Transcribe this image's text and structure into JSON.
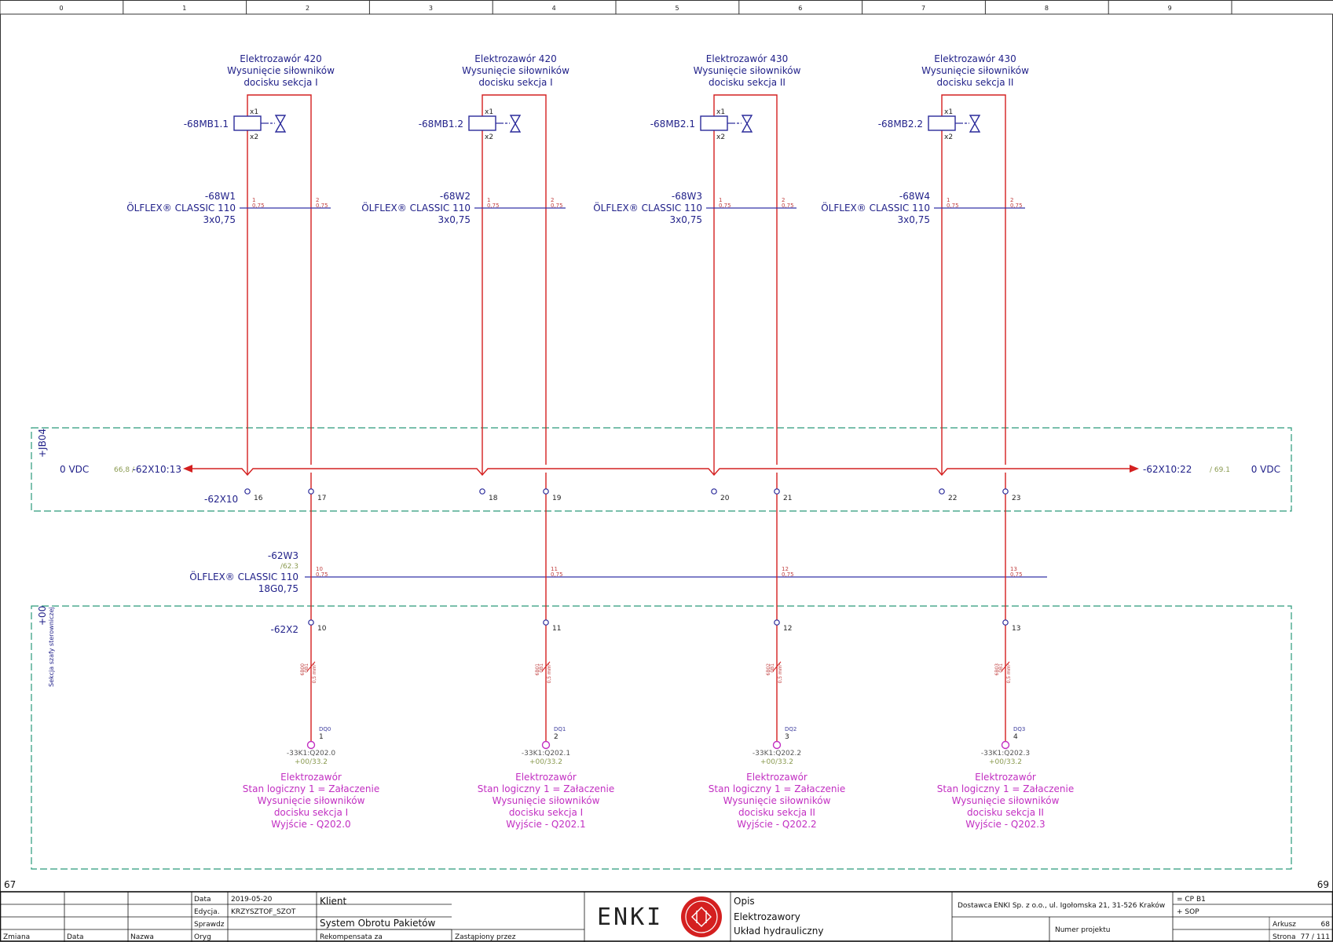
{
  "ruler": {
    "columns": [
      "0",
      "1",
      "2",
      "3",
      "4",
      "5",
      "6",
      "7",
      "8",
      "9"
    ],
    "prev_page": "67",
    "next_page": "69"
  },
  "valves": [
    {
      "title": [
        "Elektrozawór 420",
        "Wysunięcie siłowników",
        "docisku sekcja I"
      ],
      "tag": "-68MB1.1",
      "cable": "-68W1",
      "cable_type": "ÖLFLEX® CLASSIC 110",
      "cable_size": "3x0,75",
      "term_left": "16",
      "term_right": "17",
      "x2_term": "10",
      "wire_mark": [
        "6B00",
        "0B1",
        "0,5 mm²"
      ],
      "dq": "DQ0",
      "dq_pin": "1",
      "plc": "-33K1:Q202.0",
      "plc_ref": "+00/33.2",
      "desc": [
        "Elektrozawór",
        "Stan logiczny 1 = Załaczenie",
        "Wysunięcie siłowników",
        "docisku sekcja I",
        "Wyjście - Q202.0"
      ],
      "core_w3": "10"
    },
    {
      "title": [
        "Elektrozawór 420",
        "Wysunięcie siłowników",
        "docisku sekcja I"
      ],
      "tag": "-68MB1.2",
      "cable": "-68W2",
      "cable_type": "ÖLFLEX® CLASSIC 110",
      "cable_size": "3x0,75",
      "term_left": "18",
      "term_right": "19",
      "x2_term": "11",
      "wire_mark": [
        "6B01",
        "0B1",
        "0,5 mm²"
      ],
      "dq": "DQ1",
      "dq_pin": "2",
      "plc": "-33K1:Q202.1",
      "plc_ref": "+00/33.2",
      "desc": [
        "Elektrozawór",
        "Stan logiczny 1 = Załaczenie",
        "Wysunięcie siłowników",
        "docisku sekcja I",
        "Wyjście - Q202.1"
      ],
      "core_w3": "11"
    },
    {
      "title": [
        "Elektrozawór 430",
        "Wysunięcie siłowników",
        "docisku sekcja II"
      ],
      "tag": "-68MB2.1",
      "cable": "-68W3",
      "cable_type": "ÖLFLEX® CLASSIC 110",
      "cable_size": "3x0,75",
      "term_left": "20",
      "term_right": "21",
      "x2_term": "12",
      "wire_mark": [
        "6B02",
        "0B1",
        "0,5 mm²"
      ],
      "dq": "DQ2",
      "dq_pin": "3",
      "plc": "-33K1:Q202.2",
      "plc_ref": "+00/33.2",
      "desc": [
        "Elektrozawór",
        "Stan logiczny 1 = Załaczenie",
        "Wysunięcie siłowników",
        "docisku sekcja II",
        "Wyjście - Q202.2"
      ],
      "core_w3": "12"
    },
    {
      "title": [
        "Elektrozawór 430",
        "Wysunięcie siłowników",
        "docisku sekcja II"
      ],
      "tag": "-68MB2.2",
      "cable": "-68W4",
      "cable_type": "ÖLFLEX® CLASSIC 110",
      "cable_size": "3x0,75",
      "term_left": "22",
      "term_right": "23",
      "x2_term": "13",
      "wire_mark": [
        "6B03",
        "0B1",
        "0,5 mm²"
      ],
      "dq": "DQ3",
      "dq_pin": "4",
      "plc": "-33K1:Q202.3",
      "plc_ref": "+00/33.2",
      "desc": [
        "Elektrozawór",
        "Stan logiczny 1 = Załaczenie",
        "Wysunięcie siłowników",
        "docisku sekcja II",
        "Wyjście - Q202.3"
      ],
      "core_w3": "13"
    }
  ],
  "coil_pins": {
    "top": "x1",
    "bottom": "x2"
  },
  "core_labels": {
    "left": "1",
    "right": "2",
    "section": "0,75"
  },
  "jb04": {
    "location": "+JB04",
    "left_potential": "0 VDC",
    "left_ref": "66,8 /",
    "left_target": "-62X10:13",
    "right_target": "-62X10:22",
    "right_ref": "/ 69.1",
    "right_potential": "0 VDC",
    "terminal_strip": "-62X10"
  },
  "cabinet": {
    "location": "+00",
    "section": "Sekcja szafy sterowniczej",
    "terminal_strip": "-62X2"
  },
  "main_cable": {
    "tag": "-62W3",
    "ref": "/62.3",
    "type": "ÖLFLEX® CLASSIC 110",
    "size": "18G0,75"
  },
  "title_block": {
    "change_headers": [
      "Zmiana",
      "Data",
      "Nazwa"
    ],
    "date_label": "Data",
    "date": "2019-05-20",
    "edition_label": "Edycja.",
    "author": "KRZYSZTOF_SZOT",
    "checked_label": "Sprawdz",
    "orig_label": "Oryg",
    "client_label": "Klient",
    "client": "System Obrotu Pakietów",
    "replaces_label": "Rekompensata za",
    "replaced_by_label": "Zastąpiony przez",
    "logo_text": "ENKI",
    "desc_label": "Opis",
    "desc_line1": "Elektrozawory",
    "desc_line2": "Układ hydrauliczny",
    "supplier_label": "Dostawca",
    "supplier": "ENKI Sp. z o.o., ul. Igołomska 21, 31-526 Kraków",
    "function": "= CP B1",
    "location": "+ SOP",
    "project_label": "Numer projektu",
    "sheet_label": "Arkusz",
    "sheet": "68",
    "page_label": "Strona",
    "page": "77 / 111"
  },
  "colors": {
    "wire": "#d42020",
    "cable": "#3434a8",
    "text": "#22228a",
    "plc": "#c22fc2",
    "box": "#2a9a7a"
  }
}
